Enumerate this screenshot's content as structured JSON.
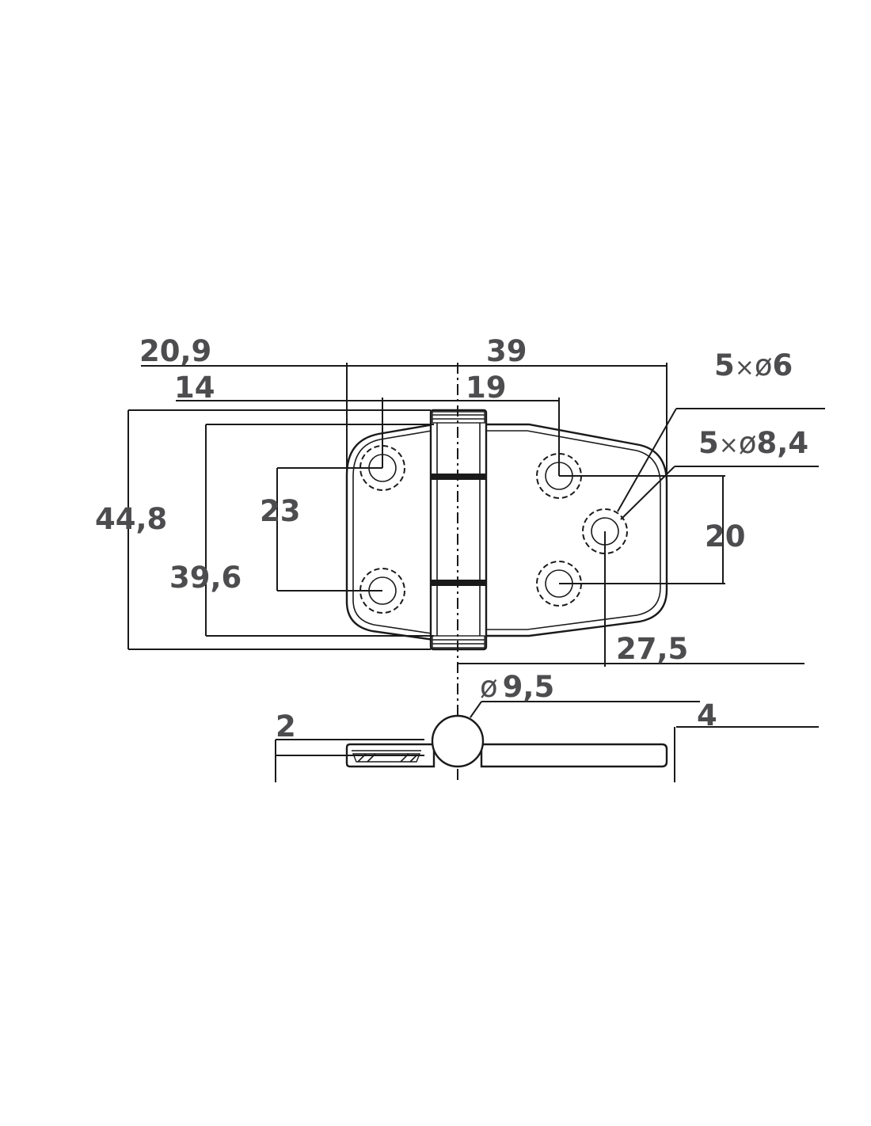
{
  "dimensions": {
    "d_20_9": "20,9",
    "d_39": "39",
    "d_5x6": "5",
    "d_5x6_sym": "6",
    "d_14": "14",
    "d_19": "19",
    "d_5x8_4": "5",
    "d_5x8_4_sym": "8,4",
    "d_44_8": "44,8",
    "d_23": "23",
    "d_20": "20",
    "d_39_6": "39,6",
    "d_27_5": "27,5",
    "d_9_5": "9,5",
    "d_4": "4",
    "d_2": "2"
  },
  "symbols": {
    "times": "×",
    "diameter": "ø"
  },
  "colors": {
    "text": "#4d4d4f",
    "line": "#1a1a1a"
  }
}
